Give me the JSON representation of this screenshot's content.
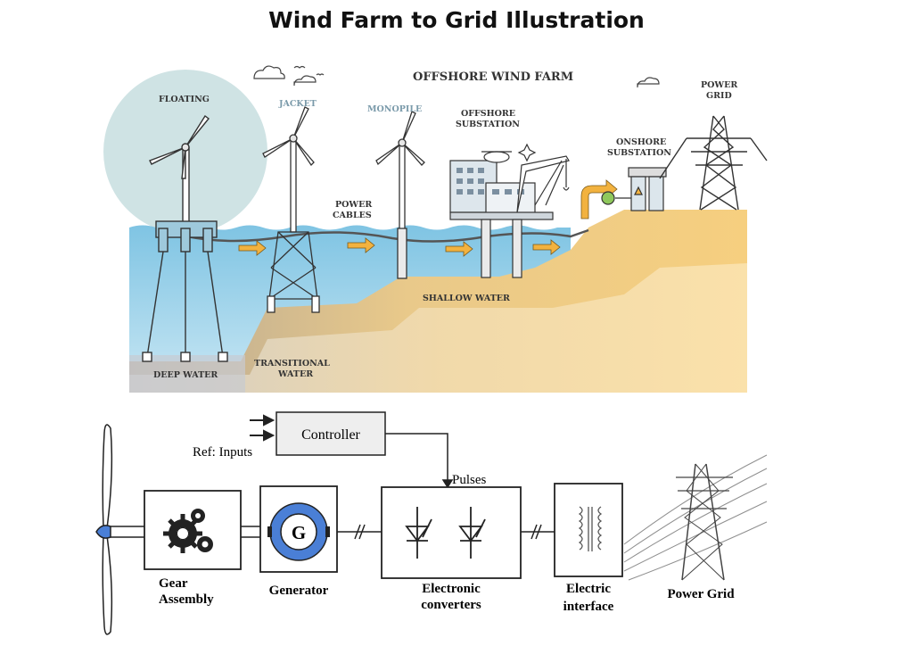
{
  "title": "Wind Farm to Grid Illustration",
  "offshore": {
    "heading": "OFFSHORE WIND FARM",
    "floating": "FLOATING",
    "jacket": "JACKET",
    "monopile": "MONOPILE",
    "offshore_substation": [
      "OFFSHORE",
      "SUBSTATION"
    ],
    "onshore_substation": [
      "ONSHORE",
      "SUBSTATION"
    ],
    "power_grid": [
      "POWER",
      "GRID"
    ],
    "power_cables": [
      "POWER",
      "CABLES"
    ],
    "shallow_water": "SHALLOW WATER",
    "deep_water": "DEEP WATER",
    "transitional_water": [
      "TRANSITIONAL",
      "WATER"
    ]
  },
  "block_diagram": {
    "controller": "Controller",
    "ref_inputs": "Ref: Inputs",
    "pulses": "Pulses",
    "generator_symbol": "G",
    "gear_assembly": [
      "Gear",
      "Assembly"
    ],
    "generator": "Generator",
    "electronic_converters": [
      "Electronic",
      "converters"
    ],
    "electric_interface": [
      "Electric",
      "interface"
    ],
    "power_grid": "Power Grid"
  },
  "colors": {
    "sky_circle": "#cfe3e4",
    "sea_top": "#7fc4e3",
    "sea_deep": "#b9dff1",
    "sand": "#f6cf7f",
    "sand_light": "#fbe4b2",
    "arrow": "#f2b23f",
    "seabed": "#cfc4b3",
    "generator_ring": "#4a7fd6"
  }
}
